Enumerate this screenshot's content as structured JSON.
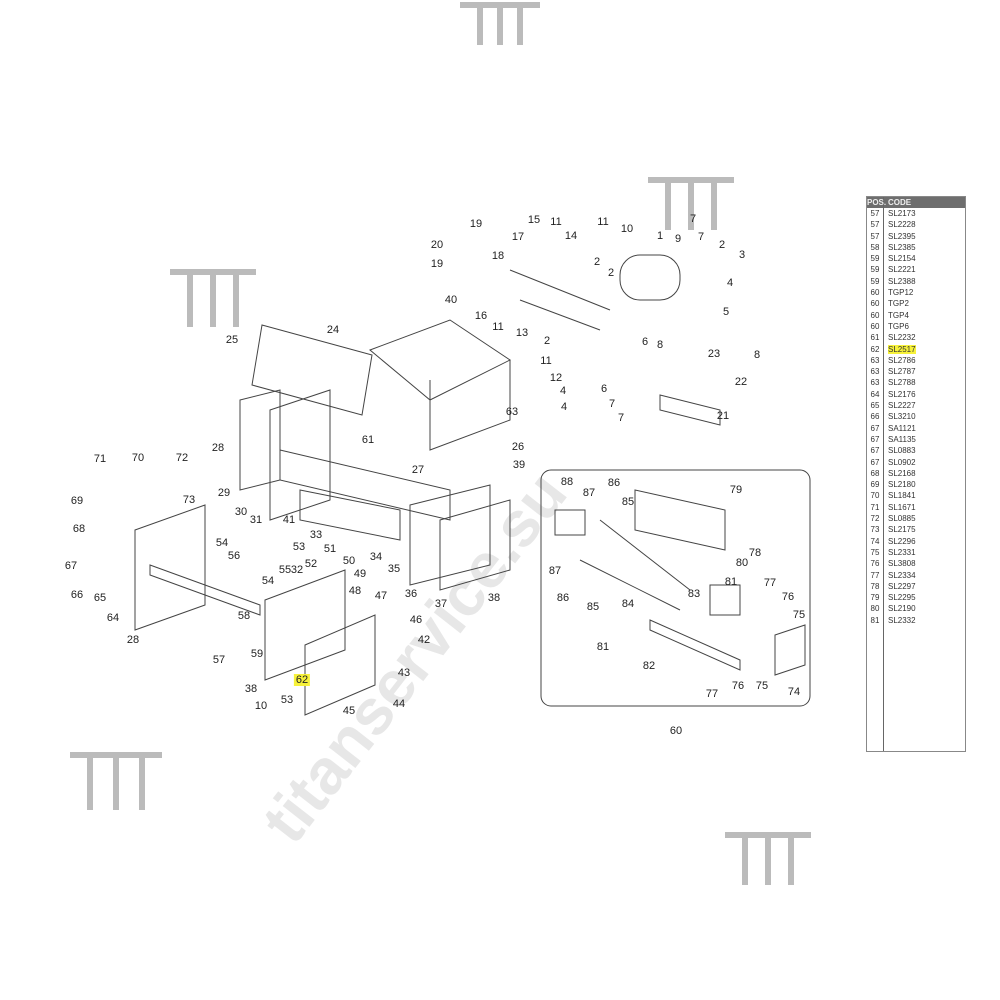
{
  "table": {
    "header": {
      "pos": "POS.",
      "code": "CODE"
    },
    "rows": [
      [
        "57",
        "SL2173"
      ],
      [
        "57",
        "SL2228"
      ],
      [
        "57",
        "SL2395"
      ],
      [
        "58",
        "SL2385"
      ],
      [
        "59",
        "SL2154"
      ],
      [
        "59",
        "SL2221"
      ],
      [
        "59",
        "SL2388"
      ],
      [
        "60",
        "TGP12"
      ],
      [
        "60",
        "TGP2"
      ],
      [
        "60",
        "TGP4"
      ],
      [
        "60",
        "TGP6"
      ],
      [
        "61",
        "SL2232"
      ],
      [
        "62",
        "SL2517"
      ],
      [
        "63",
        "SL2786"
      ],
      [
        "63",
        "SL2787"
      ],
      [
        "63",
        "SL2788"
      ],
      [
        "64",
        "SL2176"
      ],
      [
        "65",
        "SL2227"
      ],
      [
        "66",
        "SL3210"
      ],
      [
        "67",
        "SA1121"
      ],
      [
        "67",
        "SA1135"
      ],
      [
        "67",
        "SL0883"
      ],
      [
        "67",
        "SL0902"
      ],
      [
        "68",
        "SL2168"
      ],
      [
        "69",
        "SL2180"
      ],
      [
        "70",
        "SL1841"
      ],
      [
        "71",
        "SL1671"
      ],
      [
        "72",
        "SL0885"
      ],
      [
        "73",
        "SL2175"
      ],
      [
        "74",
        "SL2296"
      ],
      [
        "75",
        "SL2331"
      ],
      [
        "76",
        "SL3808"
      ],
      [
        "77",
        "SL2334"
      ],
      [
        "78",
        "SL2297"
      ],
      [
        "79",
        "SL2295"
      ],
      [
        "80",
        "SL2190"
      ],
      [
        "81",
        "SL2332"
      ]
    ],
    "highlight_pos": "62"
  },
  "labels": [
    "19",
    "15",
    "11",
    "11",
    "7",
    "20",
    "18",
    "17",
    "14",
    "10",
    "1",
    "9",
    "7",
    "2",
    "3",
    "19",
    "40",
    "16",
    "11",
    "13",
    "2",
    "2",
    "4",
    "5",
    "6",
    "8",
    "24",
    "25",
    "2",
    "11",
    "12",
    "4",
    "4",
    "23",
    "6",
    "8",
    "7",
    "7",
    "22",
    "21",
    "63",
    "28",
    "61",
    "26",
    "27",
    "39",
    "71",
    "70",
    "72",
    "29",
    "30",
    "69",
    "73",
    "31",
    "41",
    "33",
    "68",
    "54",
    "53",
    "51",
    "50",
    "56",
    "32",
    "52",
    "49",
    "34",
    "35",
    "36",
    "37",
    "38",
    "67",
    "54",
    "55",
    "48",
    "47",
    "66",
    "65",
    "64",
    "58",
    "46",
    "42",
    "57",
    "59",
    "62",
    "43",
    "28",
    "38",
    "10",
    "53",
    "45",
    "44",
    "60",
    "88",
    "87",
    "86",
    "85",
    "79",
    "80",
    "78",
    "81",
    "87",
    "86",
    "85",
    "84",
    "83",
    "77",
    "76",
    "75",
    "81",
    "82",
    "77",
    "76",
    "75",
    "74"
  ],
  "watermark": "titanservice.su",
  "colors": {
    "highlight": "#f7f23a",
    "header": "#6e6e6e"
  }
}
